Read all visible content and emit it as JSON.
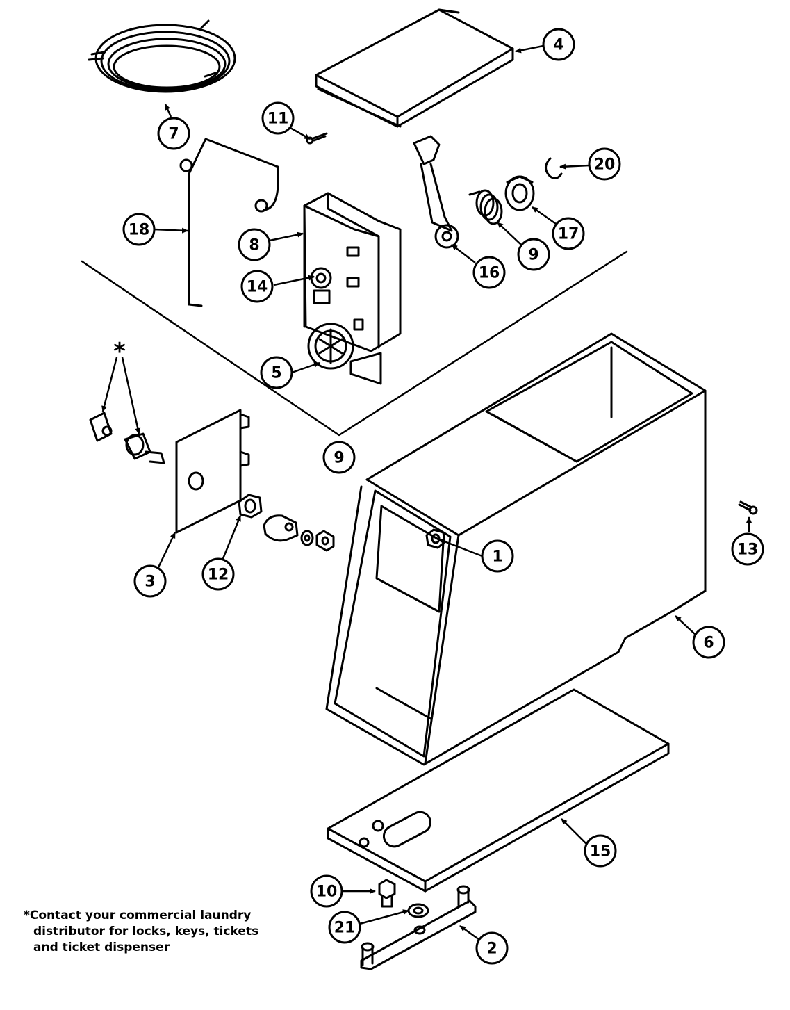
{
  "callouts": [
    {
      "id": "1",
      "label": "1"
    },
    {
      "id": "2",
      "label": "2"
    },
    {
      "id": "3",
      "label": "3"
    },
    {
      "id": "4",
      "label": "4"
    },
    {
      "id": "5",
      "label": "5"
    },
    {
      "id": "6",
      "label": "6"
    },
    {
      "id": "7",
      "label": "7"
    },
    {
      "id": "8",
      "label": "8"
    },
    {
      "id": "9a",
      "label": "9"
    },
    {
      "id": "9b",
      "label": "9"
    },
    {
      "id": "10",
      "label": "10"
    },
    {
      "id": "11",
      "label": "11"
    },
    {
      "id": "12",
      "label": "12"
    },
    {
      "id": "13",
      "label": "13"
    },
    {
      "id": "14",
      "label": "14"
    },
    {
      "id": "15",
      "label": "15"
    },
    {
      "id": "16",
      "label": "16"
    },
    {
      "id": "17",
      "label": "17"
    },
    {
      "id": "18",
      "label": "18"
    },
    {
      "id": "20",
      "label": "20"
    },
    {
      "id": "21",
      "label": "21"
    }
  ],
  "asterisk": "*",
  "footnote": {
    "line1": "*Contact your commercial laundry",
    "line2": "distributor for locks, keys, tickets",
    "line3": "and ticket dispenser"
  }
}
